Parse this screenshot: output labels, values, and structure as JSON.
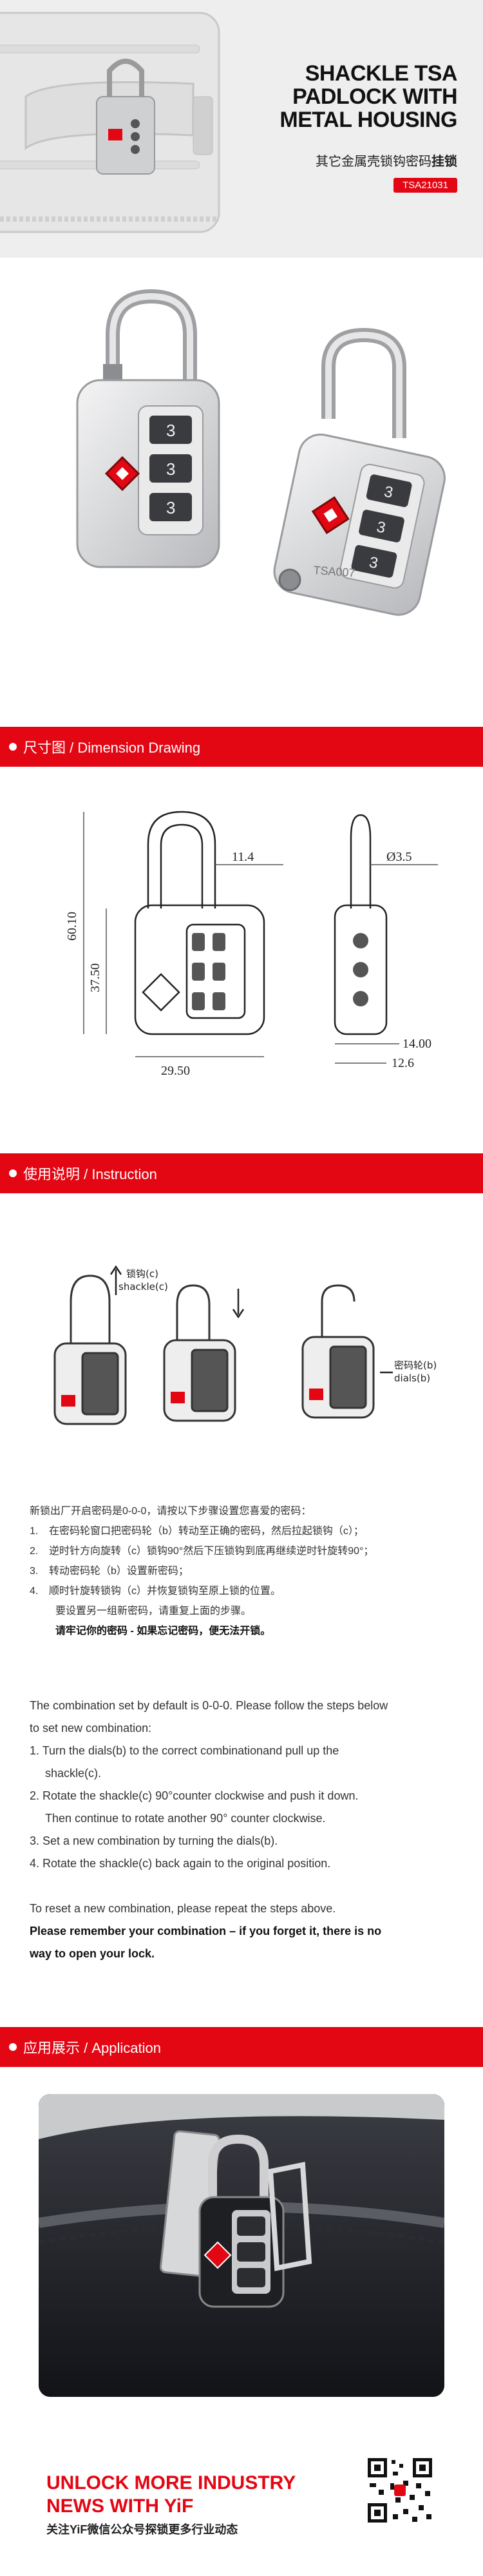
{
  "hero": {
    "title_lines": [
      "SHACKLE TSA",
      "PADLOCK WITH",
      "METAL HOUSING"
    ],
    "subtitle_prefix": "其它金属壳锁钩密码",
    "subtitle_bold": "挂锁",
    "model_code": "TSA21031"
  },
  "product": {
    "engraving": "TSA007"
  },
  "sections": {
    "dimension": "尺寸图 / Dimension Drawing",
    "instruction": "使用说明 / Instruction",
    "application": "应用展示 / Application"
  },
  "dimensions": {
    "top_width": "11.4",
    "side_diameter": "Ø3.5",
    "total_height": "60.10",
    "body_height": "37.50",
    "body_width": "29.50",
    "side_width": "14.00",
    "side_inner": "12.6"
  },
  "instruction_labels": {
    "shackle_cn": "锁钩(c)",
    "shackle_en": "shackle(c)",
    "dials_cn": "密码轮(b)",
    "dials_en": "dials(b)"
  },
  "cn_text": {
    "intro": "新锁出厂开启密码是0-0-0，请按以下步骤设置您喜爱的密码：",
    "steps": [
      {
        "n": "1.",
        "t": "在密码轮窗口把密码轮（b）转动至正确的密码，然后拉起锁钩（c）；"
      },
      {
        "n": "2.",
        "t": "逆时针方向旋转（c）锁钩90°然后下压锁钩到底再继续逆时针旋转90°；"
      },
      {
        "n": "3.",
        "t": "转动密码轮（b）设置新密码；"
      },
      {
        "n": "4.",
        "t": "顺时针旋转锁钩（c）并恢复锁钩至原上锁的位置。"
      }
    ],
    "reset": "要设置另一组新密码，请重复上面的步骤。",
    "remember": "请牢记你的密码 - 如果忘记密码，便无法开锁。"
  },
  "en_text": {
    "intro_1": "The combination set by default is 0-0-0. Please follow the steps below",
    "intro_2": "to set new combination:",
    "step1_a": "1. Turn the dials(b) to the correct combinationand pull up the",
    "step1_b": "shackle(c).",
    "step2_a": "2. Rotate the shackle(c) 90°counter clockwise and push it down.",
    "step2_b": "Then continue to rotate another 90° counter clockwise.",
    "step3": "3. Set a new combination by turning the dials(b).",
    "step4": "4. Rotate the shackle(c) back again to the original position.",
    "reset": "To reset a new combination, please repeat the steps above.",
    "remember_1": "Please remember your combination – if you forget it, there is no",
    "remember_2": "way to open your lock."
  },
  "footer": {
    "title_1": "UNLOCK MORE INDUSTRY",
    "title_2": "NEWS WITH YiF",
    "subtitle": "关注YiF微信公众号探锁更多行业动态"
  },
  "colors": {
    "accent": "#e30613",
    "hero_bg": "#eeeeee",
    "lock_silver": "#d9dadc"
  }
}
